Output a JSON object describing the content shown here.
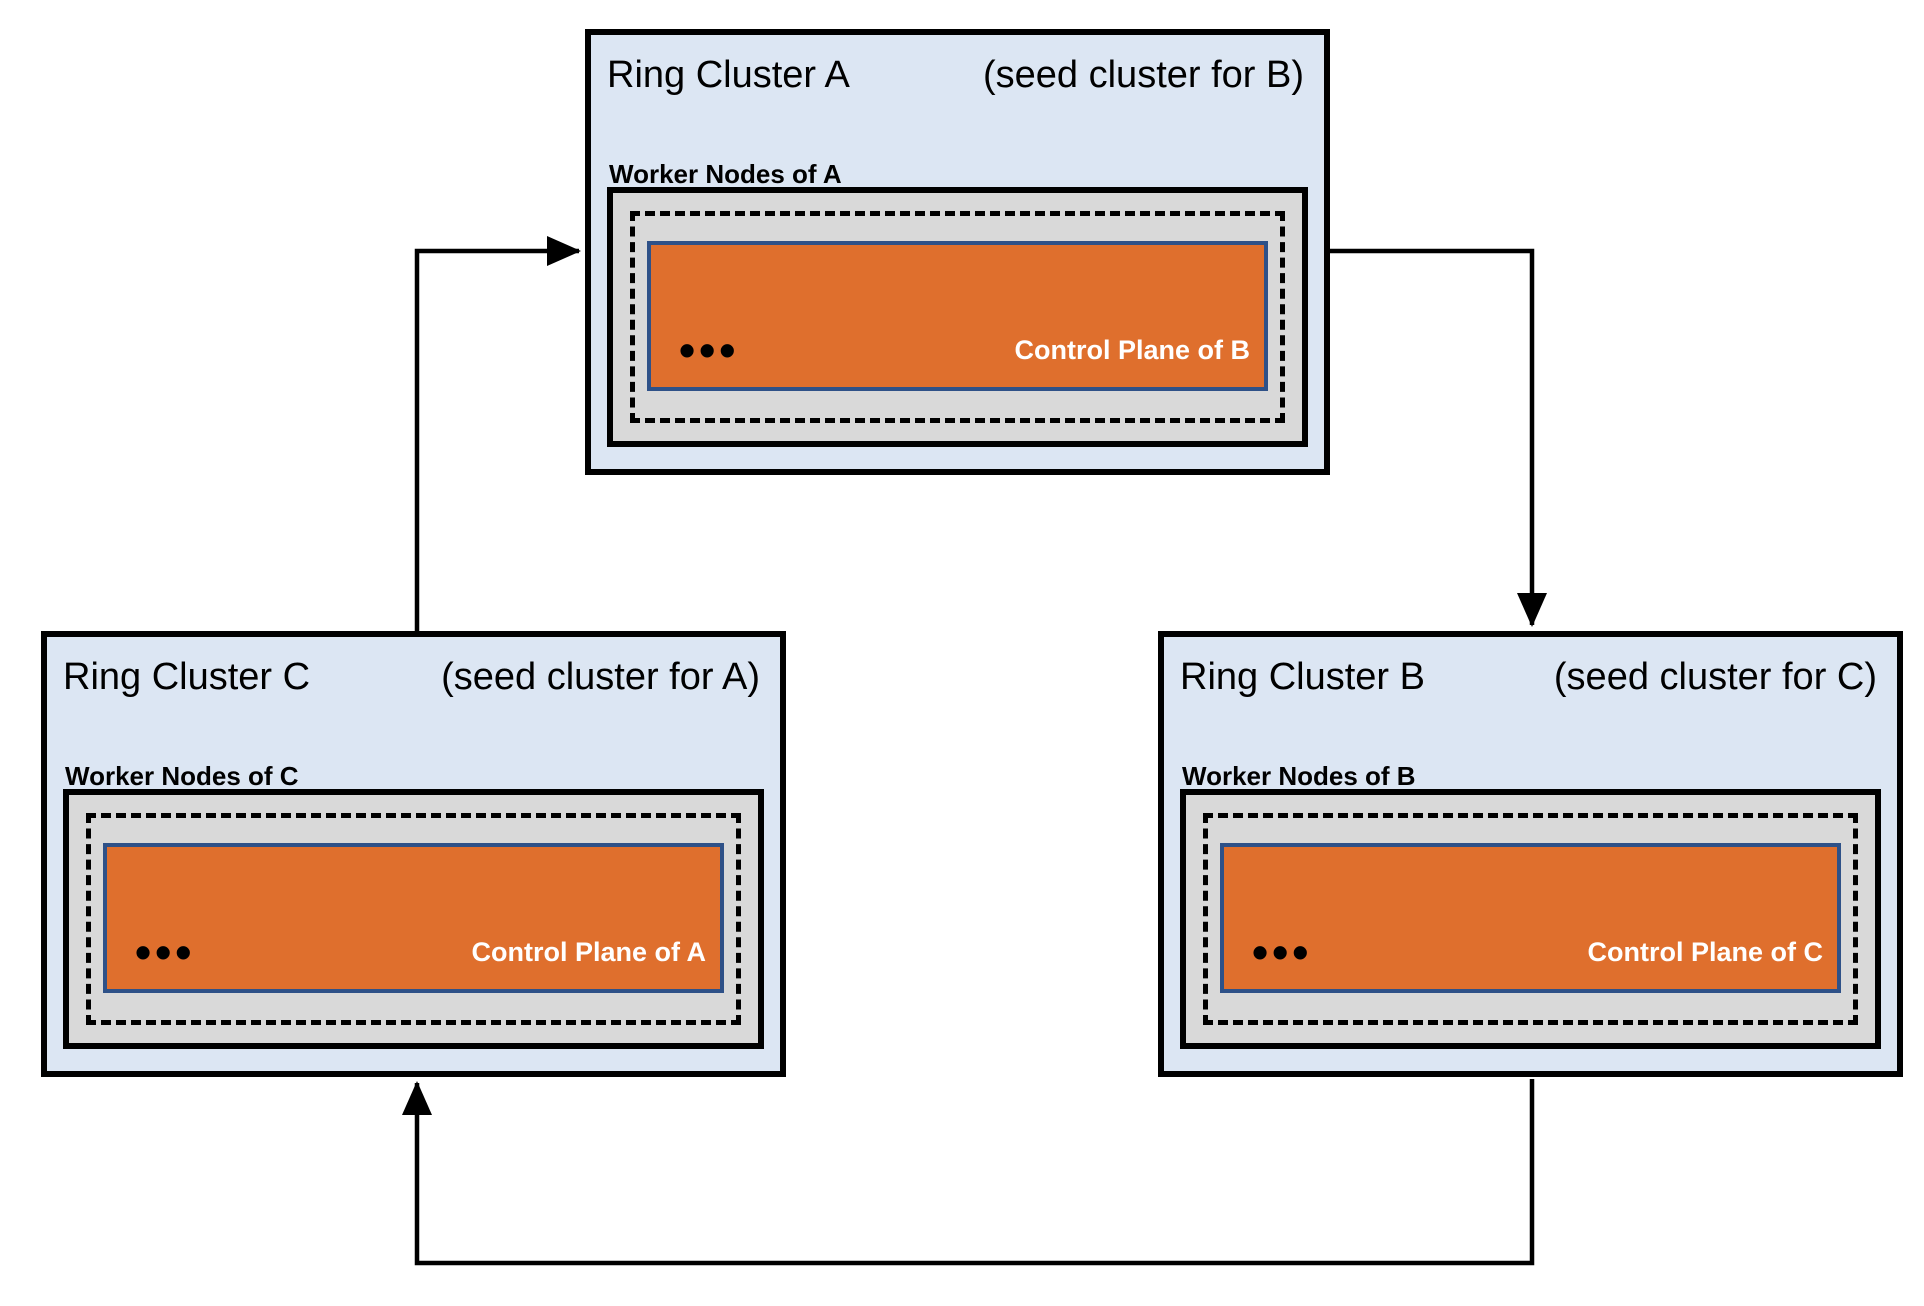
{
  "page": {
    "background": "#ffffff",
    "description": "Ring of three clusters where each cluster hosts the control plane of the next"
  },
  "palette": {
    "cluster_fill": "#dce6f3",
    "cluster_border": "#000000",
    "worker_fill": "#d9d9d9",
    "worker_border": "#000000",
    "dashed_border": "#000000",
    "control_fill": "#df6f2d",
    "control_border": "#2e5188",
    "control_text": "#ffffff",
    "arrow_color": "#000000",
    "text_color": "#000000"
  },
  "clusters": [
    {
      "id": "A",
      "title": "Ring Cluster A",
      "seed_note": "(seed cluster for B)",
      "worker_label": "Worker Nodes of A",
      "control_plane_label": "Control Plane of B",
      "dots": "•••"
    },
    {
      "id": "C",
      "title": "Ring Cluster C",
      "seed_note": "(seed cluster for A)",
      "worker_label": "Worker Nodes of C",
      "control_plane_label": "Control Plane of A",
      "dots": "•••"
    },
    {
      "id": "B",
      "title": "Ring Cluster B",
      "seed_note": "(seed cluster for C)",
      "worker_label": "Worker Nodes of B",
      "control_plane_label": "Control Plane of C",
      "dots": "•••"
    }
  ],
  "arrows": [
    {
      "from": "Ring Cluster C",
      "to": "Ring Cluster A"
    },
    {
      "from": "Ring Cluster A",
      "to": "Ring Cluster B"
    },
    {
      "from": "Ring Cluster B",
      "to": "Ring Cluster C"
    }
  ]
}
